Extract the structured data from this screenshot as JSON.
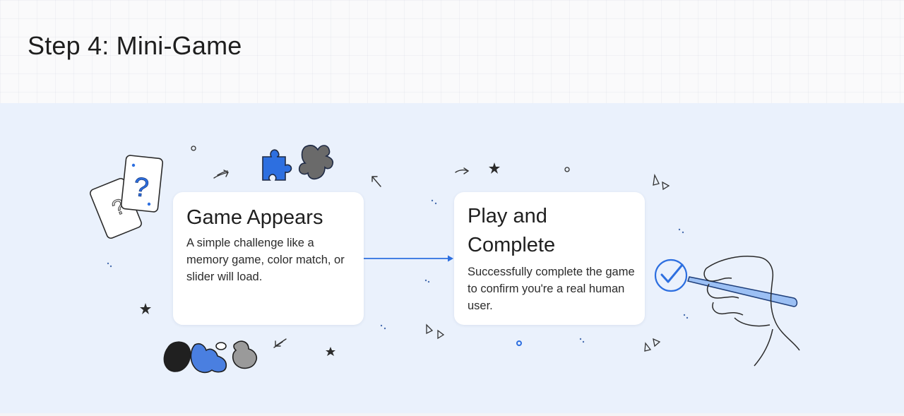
{
  "slide": {
    "title": "Step 4: Mini-Game"
  },
  "steps": [
    {
      "title": "Game Appears",
      "body": "A simple challenge like a memory game, color match, or slider will load."
    },
    {
      "title": "Play and Complete",
      "body": "Successfully complete the game to confirm you're a real human user."
    }
  ],
  "colors": {
    "accent": "#2d6fe0",
    "panel_bg": "#eaf1fc",
    "card_bg": "#ffffff",
    "ink": "#1e1e1e"
  },
  "decor_icons": [
    "question-cards-icon",
    "puzzle-pieces-icon",
    "blob-shapes-icon",
    "hand-with-pen-icon",
    "checkmark-circle-icon",
    "star-icon",
    "arrow-icon"
  ]
}
